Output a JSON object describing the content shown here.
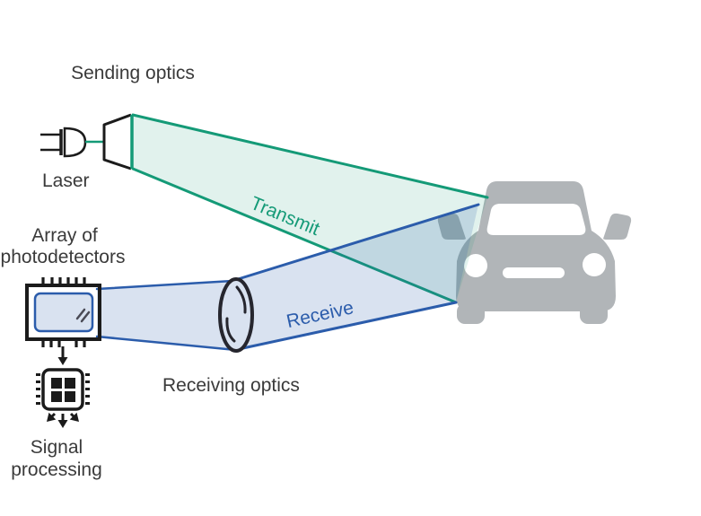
{
  "labels": {
    "sending_optics": "Sending optics",
    "laser": "Laser",
    "array_line1": "Array of",
    "array_line2": "photodetectors",
    "receiving_optics": "Receiving optics",
    "signal_line1": "Signal",
    "signal_line2": "processing",
    "transmit": "Transmit",
    "receive": "Receive"
  },
  "colors": {
    "transmit_edge": "#149a77",
    "transmit_fill": "rgba(20,154,119,0.13)",
    "receive_edge": "#2b5cab",
    "receive_fill": "rgba(43,92,171,0.18)",
    "beam_inner_fill": "#d9e2f0",
    "car_body": "#b1b5b8",
    "text": "#3a3a3a",
    "icon_outline": "#1b1b1b"
  },
  "icons": {
    "laser-diode-icon": "diode plug shape with two prongs",
    "sending-optics-prism-icon": "black trapezoid with green emitting edge",
    "receiving-lens-icon": "dark ellipse lens with highlight arcs",
    "photodetector-array-icon": "chip with pins and blue sensor window",
    "signal-processor-icon": "chip with 2x2 core and fan-out arrows",
    "flow-arrow-icon": "black down arrow"
  }
}
